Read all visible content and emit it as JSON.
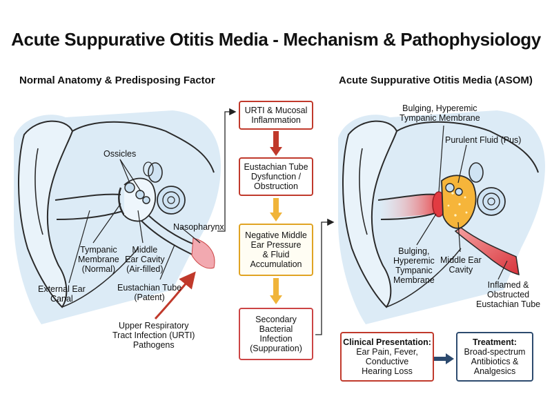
{
  "title": "Acute Suppurative Otitis Media - Mechanism & Pathophysiology",
  "left_panel": {
    "heading": "Normal Anatomy & Predisposing Factor",
    "labels": {
      "ossicles": "Ossicles",
      "tympanic_membrane": [
        "Tympanic",
        "Membrane",
        "(Normal)"
      ],
      "middle_ear": [
        "Middle",
        "Ear Cavity",
        "(Air-filled)"
      ],
      "nasopharynx": "Nasopharynx",
      "external_canal": [
        "External Ear",
        "Canal"
      ],
      "eustachian_tube": [
        "Eustachian Tube",
        "(Patent)"
      ],
      "urti": [
        "Upper Respiratory",
        "Tract Infection (URTI)",
        "Pathogens"
      ]
    }
  },
  "flow": {
    "step1": [
      "URTI & Mucosal",
      "Inflammation"
    ],
    "step2": [
      "Eustachian Tube",
      "Dysfunction /",
      "Obstruction"
    ],
    "step3": [
      "Negative Middle",
      "Ear Pressure",
      "& Fluid",
      "Accumulation"
    ],
    "step4": [
      "Secondary",
      "Bacterial",
      "Infection",
      "(Suppuration)"
    ]
  },
  "right_panel": {
    "heading": "Acute Suppurative Otitis Media (ASOM)",
    "labels": {
      "bulging_top": [
        "Bulging, Hyperemic",
        "Tympanic Membrane"
      ],
      "pus": "Purulent Fluid (Pus)",
      "bulging_bottom": [
        "Bulging,",
        "Hyperemic",
        "Tympanic",
        "Membrane"
      ],
      "middle_ear": [
        "Middle Ear",
        "Cavity"
      ],
      "inflamed_tube": [
        "Inflamed &",
        "Obstructed",
        "Eustachian Tube"
      ]
    }
  },
  "clinical": {
    "heading": "Clinical Presentation:",
    "lines": [
      "Ear Pain, Fever,",
      "Conductive",
      "Hearing Loss"
    ]
  },
  "treatment": {
    "heading": "Treatment:",
    "lines": [
      "Broad-spectrum",
      "Antibiotics &",
      "Analgesics"
    ]
  },
  "colors": {
    "skin": "#d9e9f5",
    "outline": "#2a2a2a",
    "red_border": "#c0392b",
    "yellow_border": "#e0a322",
    "arrow_red": "#c0392b",
    "arrow_yellow": "#f0b43a",
    "blue_border": "#2c4a6e",
    "pus": "#f6b53a"
  }
}
